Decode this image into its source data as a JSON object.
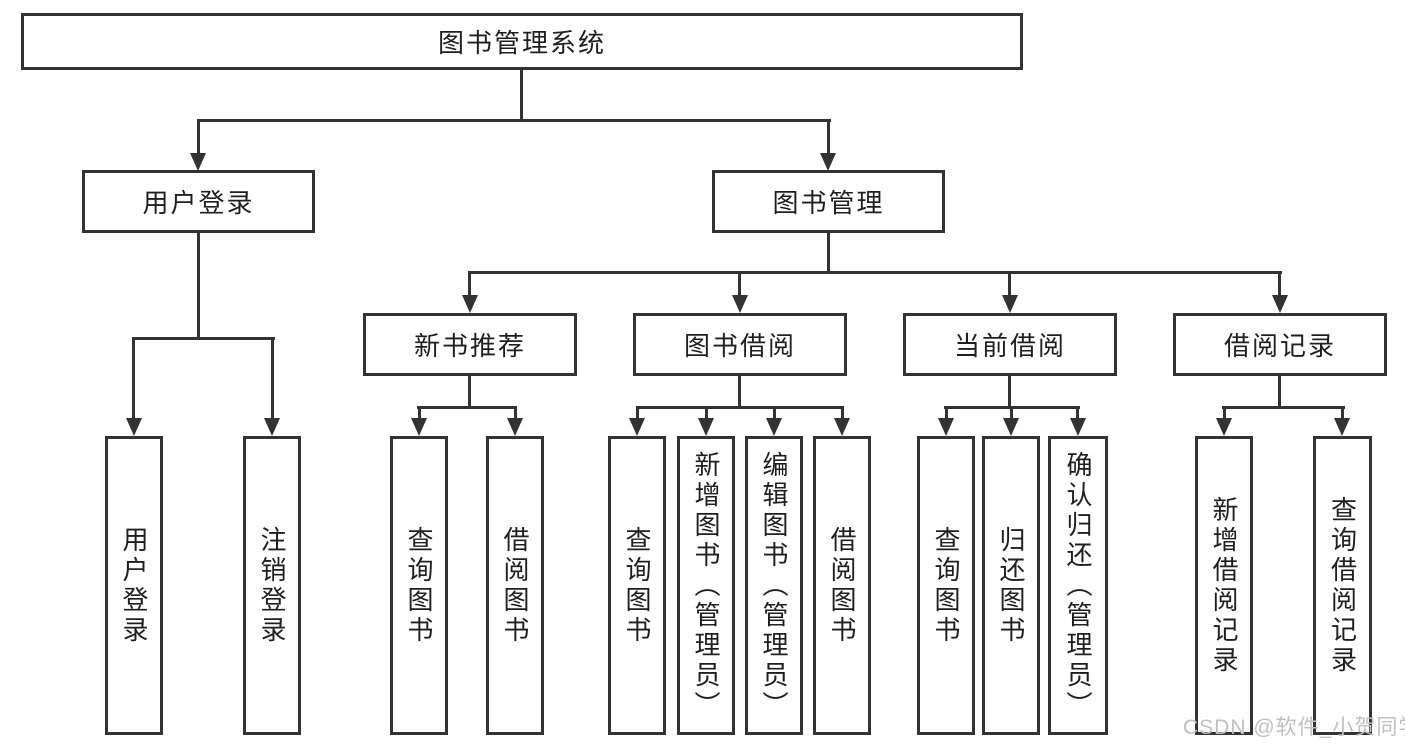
{
  "title": "图书管理系统",
  "level2": {
    "user_login": "用户登录",
    "book_mgmt": "图书管理"
  },
  "level3": {
    "new_books": "新书推荐",
    "book_borrow": "图书借阅",
    "current_borrow": "当前借阅",
    "borrow_records": "借阅记录"
  },
  "leaves": {
    "user_login": [
      "用户登录",
      "注销登录"
    ],
    "new_books": [
      "查询图书",
      "借阅图书"
    ],
    "book_borrow": [
      "查询图书",
      "新增图书（管理员）",
      "编辑图书（管理员）",
      "借阅图书"
    ],
    "current_borrow": [
      "查询图书",
      "归还图书",
      "确认归还（管理员）"
    ],
    "borrow_records": [
      "新增借阅记录",
      "查询借阅记录"
    ]
  },
  "watermark": "CSDN @软件_小贺同学",
  "colors": {
    "line": "#333333",
    "text": "#1f1f1f",
    "watermark": "#c0c0c0",
    "background": "#ffffff"
  }
}
